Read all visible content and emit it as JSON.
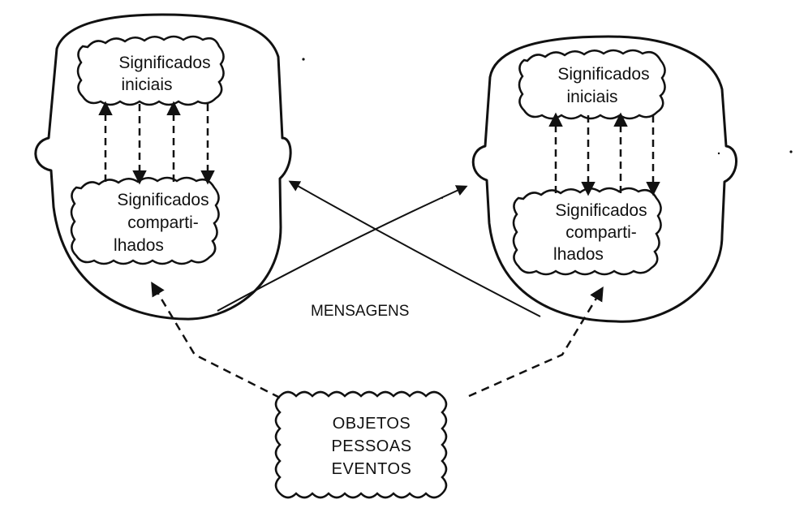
{
  "left_head": {
    "top_cloud": {
      "line1": "Significados",
      "line2": "iniciais"
    },
    "bottom_cloud": {
      "line1": "Significados",
      "line2": "comparti-",
      "line3": "lhados"
    }
  },
  "right_head": {
    "top_cloud": {
      "line1": "Significados",
      "line2": "iniciais"
    },
    "bottom_cloud": {
      "line1": "Significados",
      "line2": "comparti-",
      "line3": "lhados"
    }
  },
  "center_label": "MENSAGENS",
  "bottom_box": {
    "line1": "OBJETOS",
    "line2": "PESSOAS",
    "line3": "EVENTOS"
  },
  "colors": {
    "ink": "#111111",
    "background": "#ffffff"
  }
}
